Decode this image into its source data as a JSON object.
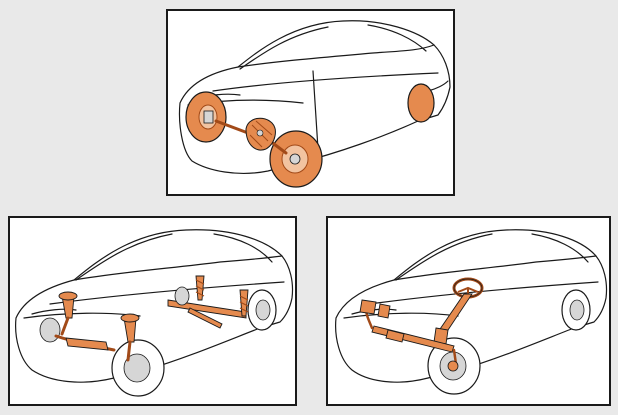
{
  "figure": {
    "panels": [
      {
        "id": "top",
        "subject": "drivetrain-highlight"
      },
      {
        "id": "left",
        "subject": "suspension-highlight"
      },
      {
        "id": "right",
        "subject": "steering-highlight"
      }
    ],
    "colors": {
      "background": "#e9e9e9",
      "panel_bg": "#ffffff",
      "outline": "#1a1a1a",
      "highlight_fill": "#e58a4e",
      "highlight_dark": "#a24a18",
      "metal_grey": "#d6d6d6"
    }
  }
}
